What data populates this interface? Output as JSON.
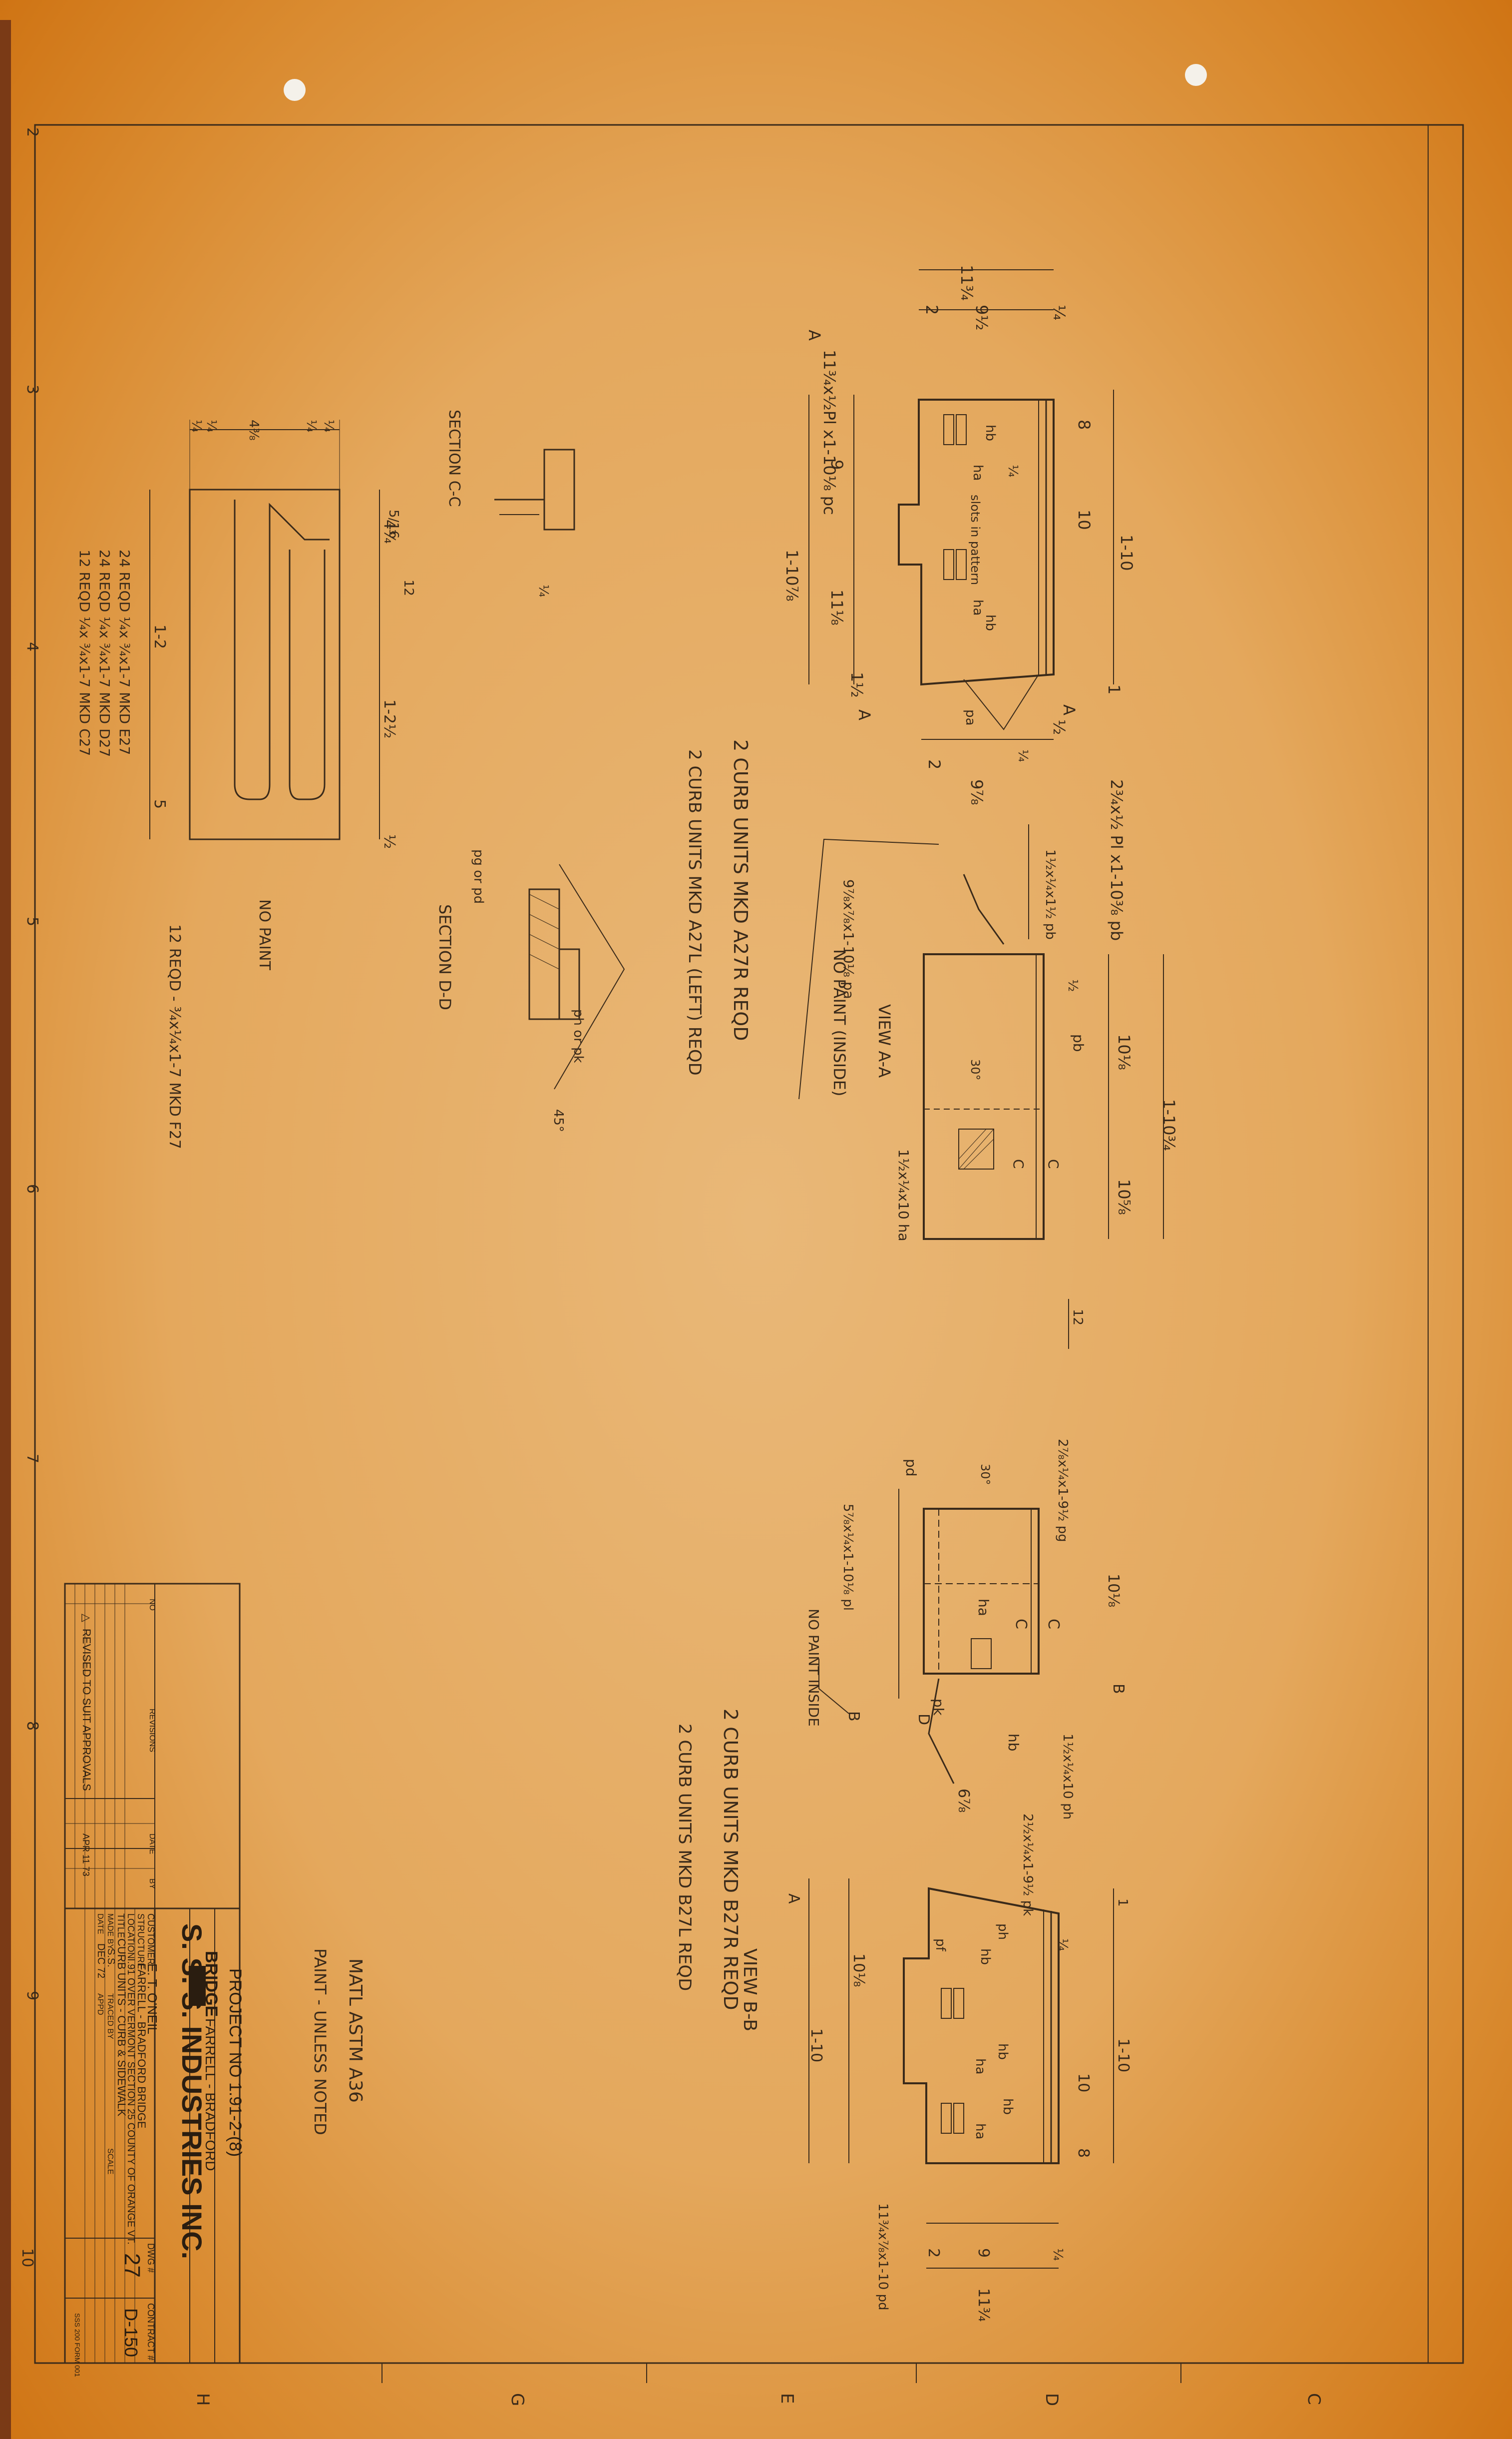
{
  "border": {
    "top_numbers": [
      "2",
      "3",
      "4",
      "5",
      "6",
      "7",
      "8",
      "9",
      "10"
    ],
    "side_letters": [
      "H",
      "G",
      "E",
      "D",
      "C"
    ]
  },
  "view_top": {
    "marker": "A",
    "dims": {
      "overall_width": "11¾",
      "top_left": "2",
      "top_mid": "9½",
      "top_right": "¼",
      "height_total": "1-10",
      "height_top": "8",
      "height_mid": "10",
      "height_bottom": "1",
      "left_total": "1-10⅞",
      "left_upper": "9",
      "left_lower": "11⅛",
      "left_bot": "1½",
      "base_left": "2",
      "base_right": "9⅞",
      "right_mark": "½"
    },
    "labels": {
      "plate_top": "11¾x½Pl x1-10⅛ pc",
      "plate_bottom": "2¾x½ Pl x1-10⅜ pb",
      "slotted": "slots in pattern",
      "hole_hb_1": "hb",
      "hole_ha_1": "ha",
      "hole_hb_2": "hb",
      "hole_ha_2": "ha",
      "hole_pa": "pa",
      "section_a_left": "A",
      "section_a_right": "A",
      "weld_note": "¼",
      "weld_note_2": "¼"
    },
    "title_line_1": "2 CURB UNITS MKD A27R REQD",
    "title_line_2": "2 CURB UNITS MKD A27L (LEFT) REQD"
  },
  "view_aa": {
    "label": "VIEW A-A",
    "no_paint": "NO PAINT (INSIDE)",
    "callout_top": "1½x¼x1½ pb",
    "callout_plate": "9⅞x⅞x1-10⅛ pa",
    "callout_bottom": "1½x¼x10 ha",
    "dims": {
      "overall": "1-10¾",
      "upper": "10⅛",
      "lower": "10⅝",
      "right_half": "½",
      "bottom_small": "12"
    },
    "tags": {
      "pb": "pb",
      "c1": "C",
      "c2": "C",
      "angle": "30°"
    }
  },
  "section_cc": {
    "title": "SECTION C-C",
    "dim_a": "¼",
    "dim_b": "12",
    "note": "5/16"
  },
  "section_dd": {
    "title": "SECTION D-D",
    "callout_pg": "pg or pd",
    "callout_ph": "ph or pk",
    "angle": "45°"
  },
  "slot_plate": {
    "top_dims": [
      "¼",
      "¼",
      "4⅜",
      "¼",
      "¼"
    ],
    "side_dims": {
      "total": "1-2",
      "upper": "1-2½",
      "bottom": "½",
      "left": "5",
      "right": "4¾"
    },
    "no_paint": "NO PAINT",
    "notes": [
      "12 REQD ¼x ¾x1-7 MKD C27",
      "24 REQD ¼x ¾x1-7 MKD D27",
      "24 REQD ¼x ¾x1-7 MKD E27"
    ],
    "note_f": "12 REQD - ¾x¼x1-7 MKD F27"
  },
  "view_lower": {
    "labels": {
      "pd": "pd",
      "top_plate": "5⅞x¼x1-10⅛ pl",
      "right_plate": "2⅞x¼x1-9½ pg",
      "angle_note": "30°",
      "dim_10": "10⅛",
      "no_paint": "NO PAINT INSIDE",
      "b_marker": "B",
      "b_marker2": "B",
      "c_tag": "C",
      "c_tag2": "C",
      "ha": "ha",
      "pk": "pk",
      "d_tag": "D",
      "hb": "hb",
      "bottom_plate": "1½x¼x10 ph",
      "bottom_plate2": "2½x¼x1-9½ pk",
      "dim_60": "6⅞"
    },
    "title_line_1": "2 CURB UNITS MKD B27R REQD",
    "title_line_2": "2 CURB UNITS MKD B27L REQD"
  },
  "view_bb": {
    "label": "VIEW B-B",
    "marker": "A",
    "callout_plate": "11¾x⅞x1-10 pd",
    "dims": {
      "total": "1-10",
      "left_total": "1-10",
      "left_upper": "10⅛",
      "mid": "10",
      "bottom": "8",
      "top_right": "1",
      "right": "¼",
      "base1": "2",
      "base2": "9",
      "base3": "¼",
      "bottom_label": "11¾"
    },
    "tags": [
      "pf",
      "hb",
      "ph",
      "hb",
      "ha",
      "ha",
      "hb"
    ]
  },
  "notes": {
    "material": "MATL ASTM A36",
    "paint": "PAINT - UNLESS NOTED"
  },
  "title_block": {
    "project": "PROJECT NO 1.91-2-(8)",
    "bridge_label": "BRIDGE",
    "bridge_name": "FARRELL - BRADFORD",
    "company": "S. S. S. INDUSTRIES INC.",
    "customer_label": "CUSTOMER",
    "customer": "E. T. O'NEIL",
    "structure_label": "STRUCTURE",
    "structure": "FARRELL - BRADFORD BRIDGE",
    "location_label": "LOCATION",
    "location": "I.91 OVER VERMONT SECTION 25 COUNTY OF ORANGE VT.",
    "title_label": "TITLE",
    "title": "CURB UNITS - CURB & SIDEWALK",
    "made_by_label": "MADE BY",
    "made_by": "S.S.",
    "traced_by_label": "TRACED BY",
    "traced_by": "",
    "date_label": "DATE",
    "date": "DEC 72",
    "appd_label": "APPD",
    "appd": "",
    "scale_label": "SCALE",
    "dwg_label": "DWG #",
    "dwg_no": "27",
    "contract_label": "CONTRACT #",
    "contract_no": "D-150",
    "revisions": [
      {
        "no": "△",
        "text": "REVISED TO SUIT APPROVALS",
        "date": "APR 11 73",
        "by": ""
      }
    ],
    "rev_header": {
      "no": "NO",
      "rev": "REVISIONS",
      "date": "DATE",
      "by": "BY"
    },
    "footer_code": "SSS 200 FORM 001"
  },
  "colors": {
    "paper_center": "#e9b878",
    "paper_edge": "#cf7414",
    "ink": "#3a2a1a"
  }
}
